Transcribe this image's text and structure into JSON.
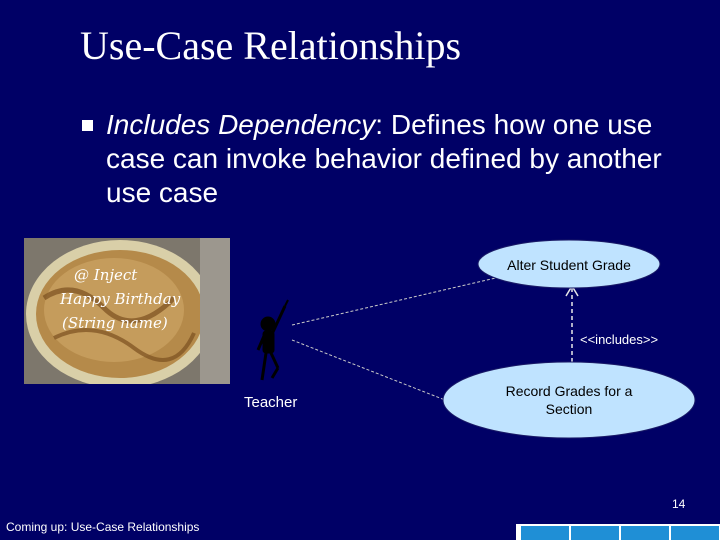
{
  "slide": {
    "title": "Use-Case Relationships",
    "bullet": {
      "term": "Includes Dependency",
      "rest": ":  Defines how one use case can invoke behavior defined by another use case"
    },
    "diagram": {
      "use_case_top": "Alter Student Grade",
      "use_case_bottom_line1": "Record Grades for a",
      "use_case_bottom_line2": "Section",
      "relationship": "<<includes>>",
      "actor": "Teacher"
    },
    "cake_text": [
      "@ Inject",
      "Happy Birthday",
      "(String name)"
    ],
    "page_number": "14",
    "footer": "Coming up: Use-Case Relationships"
  },
  "colors": {
    "background": "#000066",
    "use_case_fill": "#bfe3ff",
    "nav_buttons": "#1f8fd6"
  }
}
